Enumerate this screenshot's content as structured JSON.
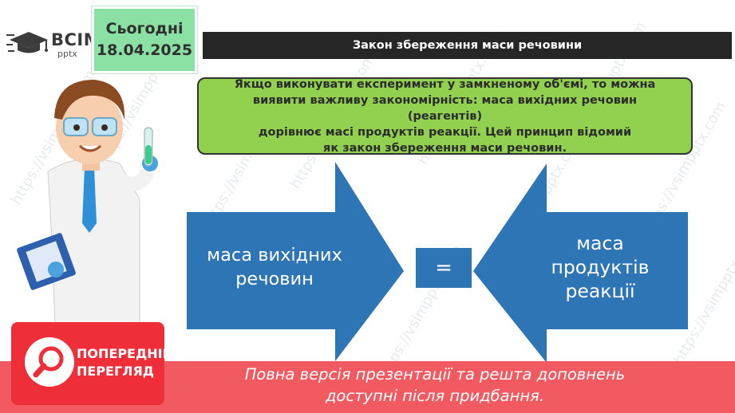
{
  "logo": {
    "brand": "ВСІМ",
    "sub": "pptx"
  },
  "date": {
    "label": "Сьогодні",
    "value": "18.04.2025"
  },
  "title": "Закон збереження маси речовини",
  "info_box": {
    "lines": [
      "Якщо виконувати експеримент у замкненому об'ємі, то можна",
      "виявити важливу закономірність: маса вихідних речовин (реагентів)",
      "дорівнює масі продуктів реакції. Цей принцип відомий",
      "як закон збереження маси речовин."
    ]
  },
  "diagram": {
    "left_arrow": [
      "маса вихідних",
      "речовин"
    ],
    "equals": "=",
    "right_arrow": [
      "маса",
      "продуктів",
      "реакції"
    ]
  },
  "preview_badge": {
    "line1": "ПОПЕРЕДНІЙ",
    "line2": "ПЕРЕГЛЯД"
  },
  "notice": {
    "line1": "Повна версія презентації та решта доповнень",
    "line2": "доступні після придбання."
  },
  "watermark_text": "https://vsimpptx.com",
  "colors": {
    "title_bar": "#262626",
    "info_box": "#92d050",
    "arrow": "#2e75b6",
    "date_box": "#8be0a4",
    "badge": "#ee2f3a",
    "notice_bar": "#f05a60"
  }
}
